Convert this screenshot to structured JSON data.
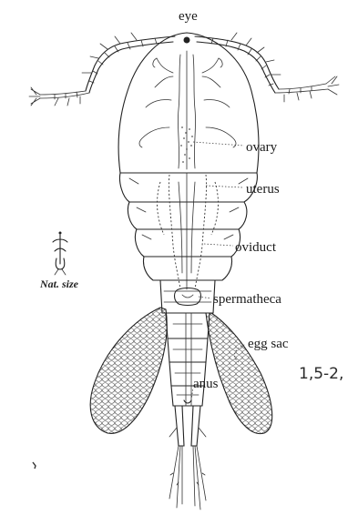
{
  "labels": {
    "eye": "eye",
    "ovary": "ovary",
    "uterus": "uterus",
    "oviduct": "oviduct",
    "spermatheca": "spermatheca",
    "egg_sac": "egg sac",
    "anus": "anus",
    "nat_size": "Nat. size",
    "size_note": "1,5-2,"
  }
}
